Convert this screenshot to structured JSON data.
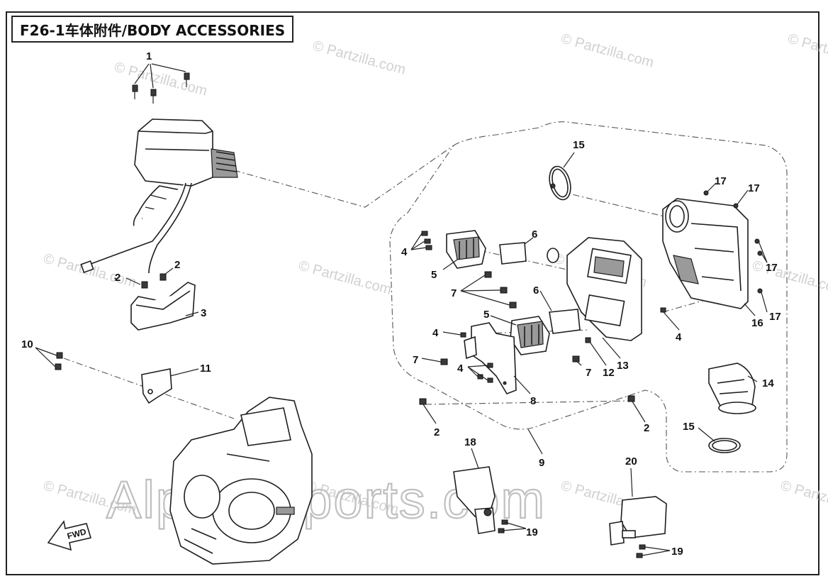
{
  "title": "F26-1车体附件/BODY ACCESSORIES",
  "direction_label": "FWD",
  "watermarks": {
    "small": "© Partzilla.com",
    "large": "Alpha-Sports.com"
  },
  "callouts": {
    "c1": "1",
    "c2a": "2",
    "c2b": "2",
    "c2c": "2",
    "c2d": "2",
    "c3": "3",
    "c4a": "4",
    "c4b": "4",
    "c4c": "4",
    "c4d": "4",
    "c5a": "5",
    "c5b": "5",
    "c6a": "6",
    "c6b": "6",
    "c7a": "7",
    "c7b": "7",
    "c7c": "7",
    "c8": "8",
    "c9": "9",
    "c10": "10",
    "c11": "11",
    "c12": "12",
    "c13": "13",
    "c14": "14",
    "c15a": "15",
    "c15b": "15",
    "c16": "16",
    "c17a": "17",
    "c17b": "17",
    "c17c": "17",
    "c17d": "17",
    "c18": "18",
    "c19a": "19",
    "c19b": "19",
    "c20": "20"
  },
  "colors": {
    "line": "#1e1e1e",
    "watermark": "#c9c9c9",
    "background": "#ffffff"
  }
}
